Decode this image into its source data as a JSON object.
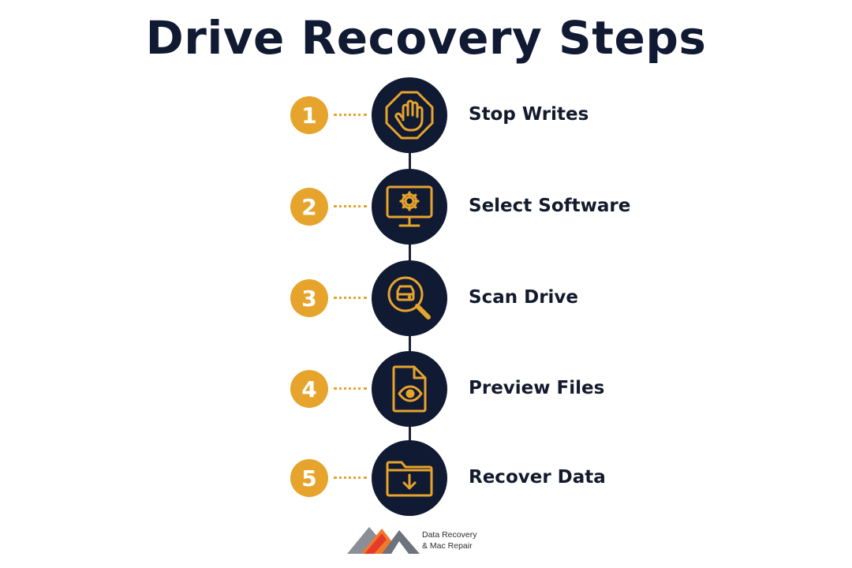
{
  "title": "Drive Recovery Steps",
  "colors": {
    "accent": "#e6a42c",
    "icon_bg": "#101a33",
    "text": "#121a2c"
  },
  "steps": [
    {
      "number": "1",
      "label": "Stop Writes",
      "icon": "stop-hand-icon"
    },
    {
      "number": "2",
      "label": "Select Software",
      "icon": "monitor-gear-icon"
    },
    {
      "number": "3",
      "label": "Scan Drive",
      "icon": "drive-magnifier-icon"
    },
    {
      "number": "4",
      "label": "Preview Files",
      "icon": "file-eye-icon"
    },
    {
      "number": "5",
      "label": "Recover Data",
      "icon": "folder-download-icon"
    }
  ],
  "logo": {
    "line1": "Data Recovery",
    "line2": "& Mac Repair"
  }
}
